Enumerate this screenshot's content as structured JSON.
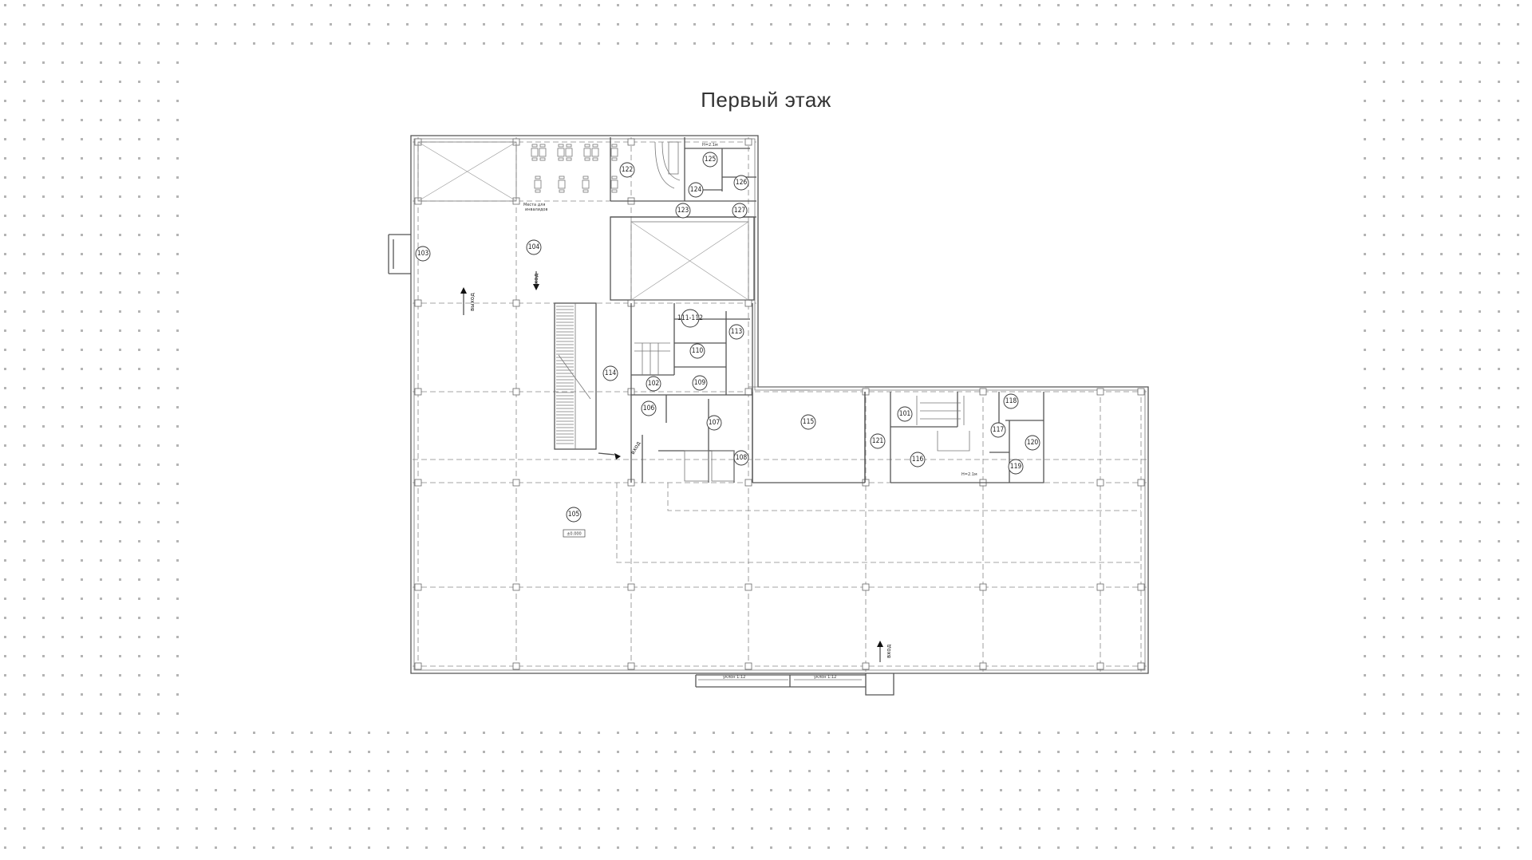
{
  "title": "Первый этаж",
  "colors": {
    "dots": "#b4b4b4",
    "walls": "#555555",
    "background": "#ffffff"
  },
  "rooms": [
    {
      "id": "101",
      "label": "101"
    },
    {
      "id": "102",
      "label": "102"
    },
    {
      "id": "103",
      "label": "103"
    },
    {
      "id": "104",
      "label": "104"
    },
    {
      "id": "105",
      "label": "105"
    },
    {
      "id": "106",
      "label": "106"
    },
    {
      "id": "107",
      "label": "107"
    },
    {
      "id": "108",
      "label": "108"
    },
    {
      "id": "109",
      "label": "109"
    },
    {
      "id": "110",
      "label": "110"
    },
    {
      "id": "111-112",
      "label": "111-112"
    },
    {
      "id": "113",
      "label": "113"
    },
    {
      "id": "114",
      "label": "114"
    },
    {
      "id": "115",
      "label": "115"
    },
    {
      "id": "116",
      "label": "116"
    },
    {
      "id": "117",
      "label": "117"
    },
    {
      "id": "118",
      "label": "118"
    },
    {
      "id": "119",
      "label": "119"
    },
    {
      "id": "120",
      "label": "120"
    },
    {
      "id": "121",
      "label": "121"
    },
    {
      "id": "122",
      "label": "122"
    },
    {
      "id": "123",
      "label": "123"
    },
    {
      "id": "124",
      "label": "124"
    },
    {
      "id": "125",
      "label": "125"
    },
    {
      "id": "126",
      "label": "126"
    },
    {
      "id": "127",
      "label": "127"
    }
  ],
  "annotations": {
    "level_mark": "±0.000",
    "exit_label": "выход",
    "entrance_label": "вход",
    "disabled_places": [
      "Места для",
      "инвалидов"
    ],
    "ramp_slope": "уклон 1:12",
    "door_height": "H=2.1м"
  }
}
